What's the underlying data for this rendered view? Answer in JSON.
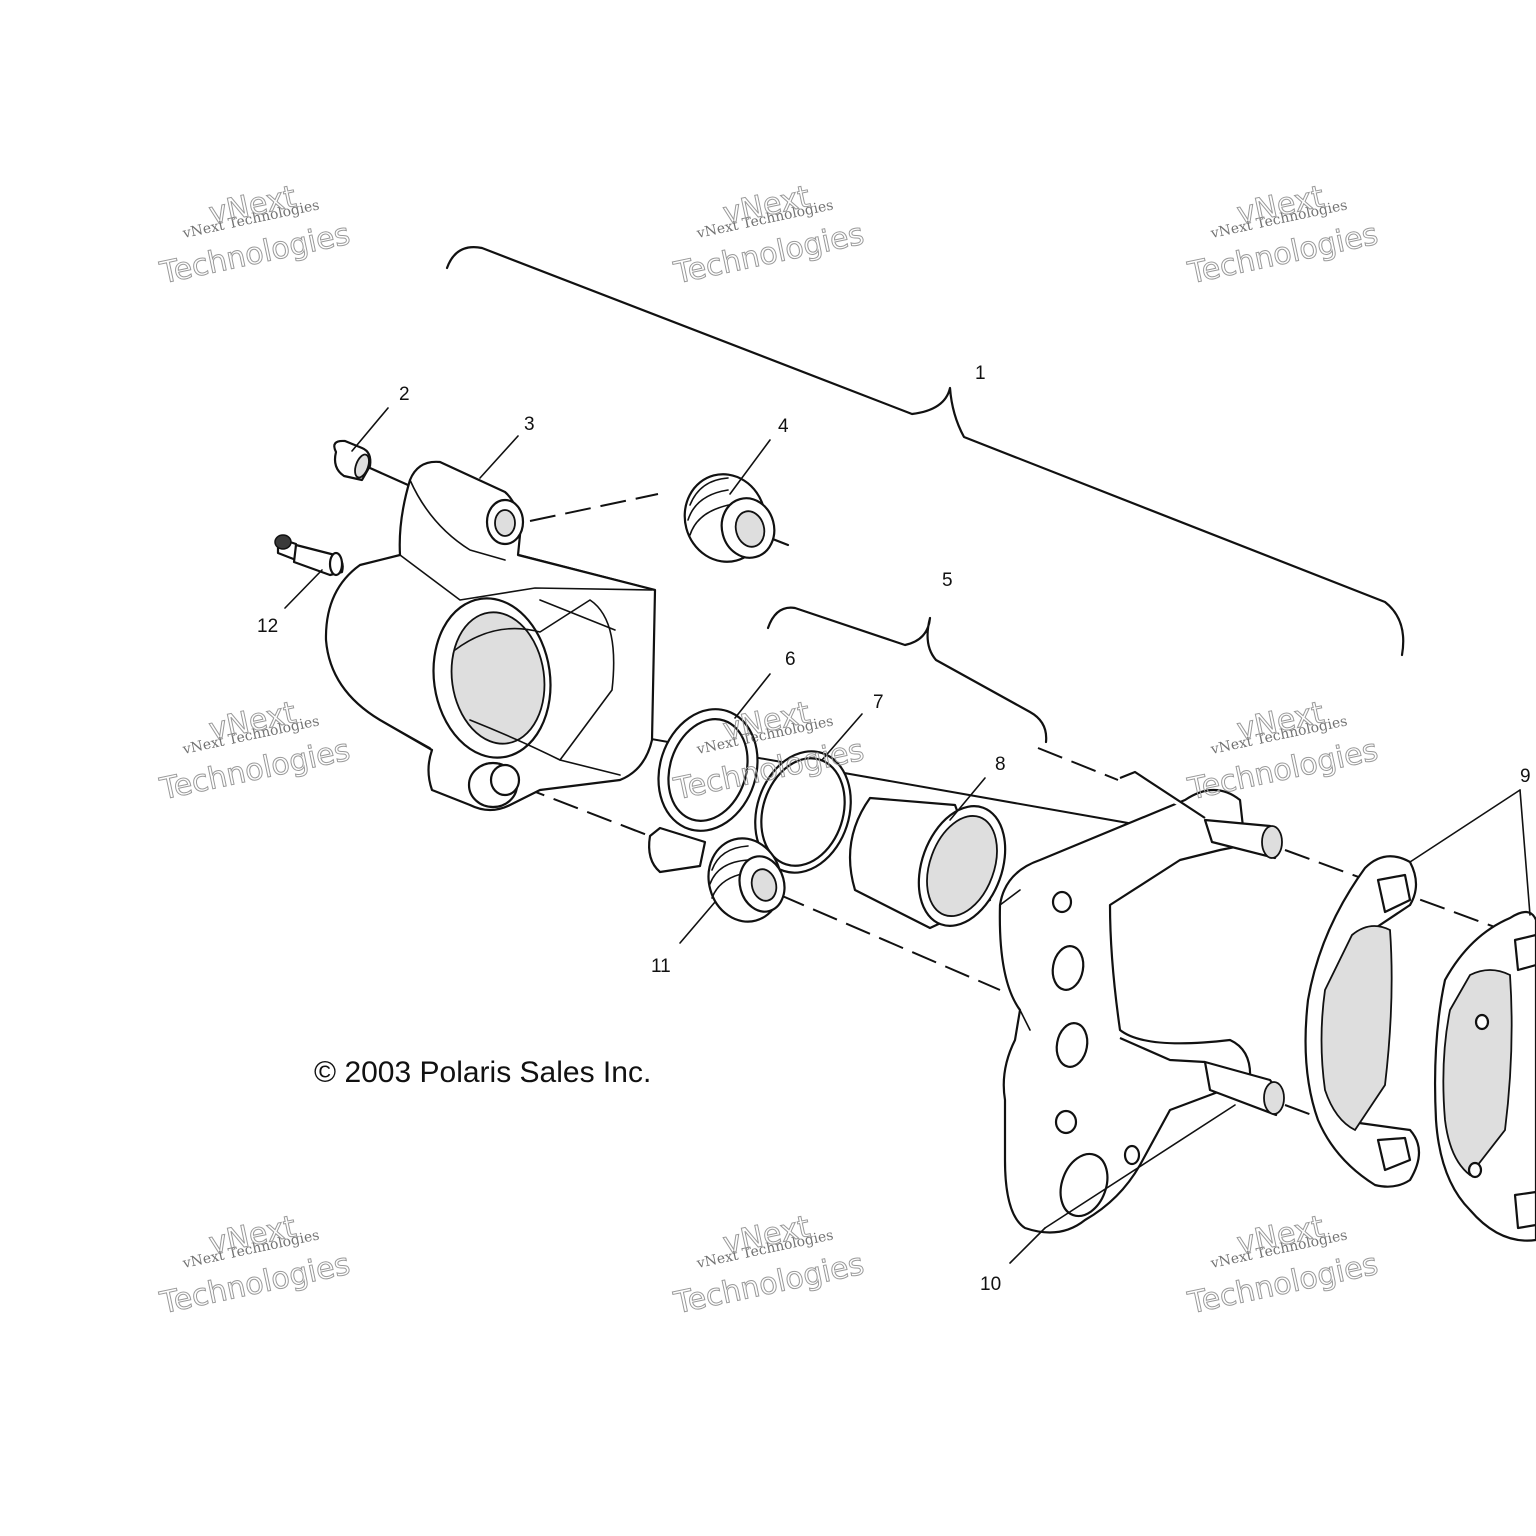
{
  "callouts": [
    "1",
    "2",
    "3",
    "4",
    "5",
    "6",
    "7",
    "8",
    "9",
    "10",
    "11",
    "12"
  ],
  "copyright": "© 2003 Polaris Sales Inc.",
  "watermark": {
    "line1": "vNext Technologies",
    "line2": "vNext",
    "line3": "Technologies"
  }
}
